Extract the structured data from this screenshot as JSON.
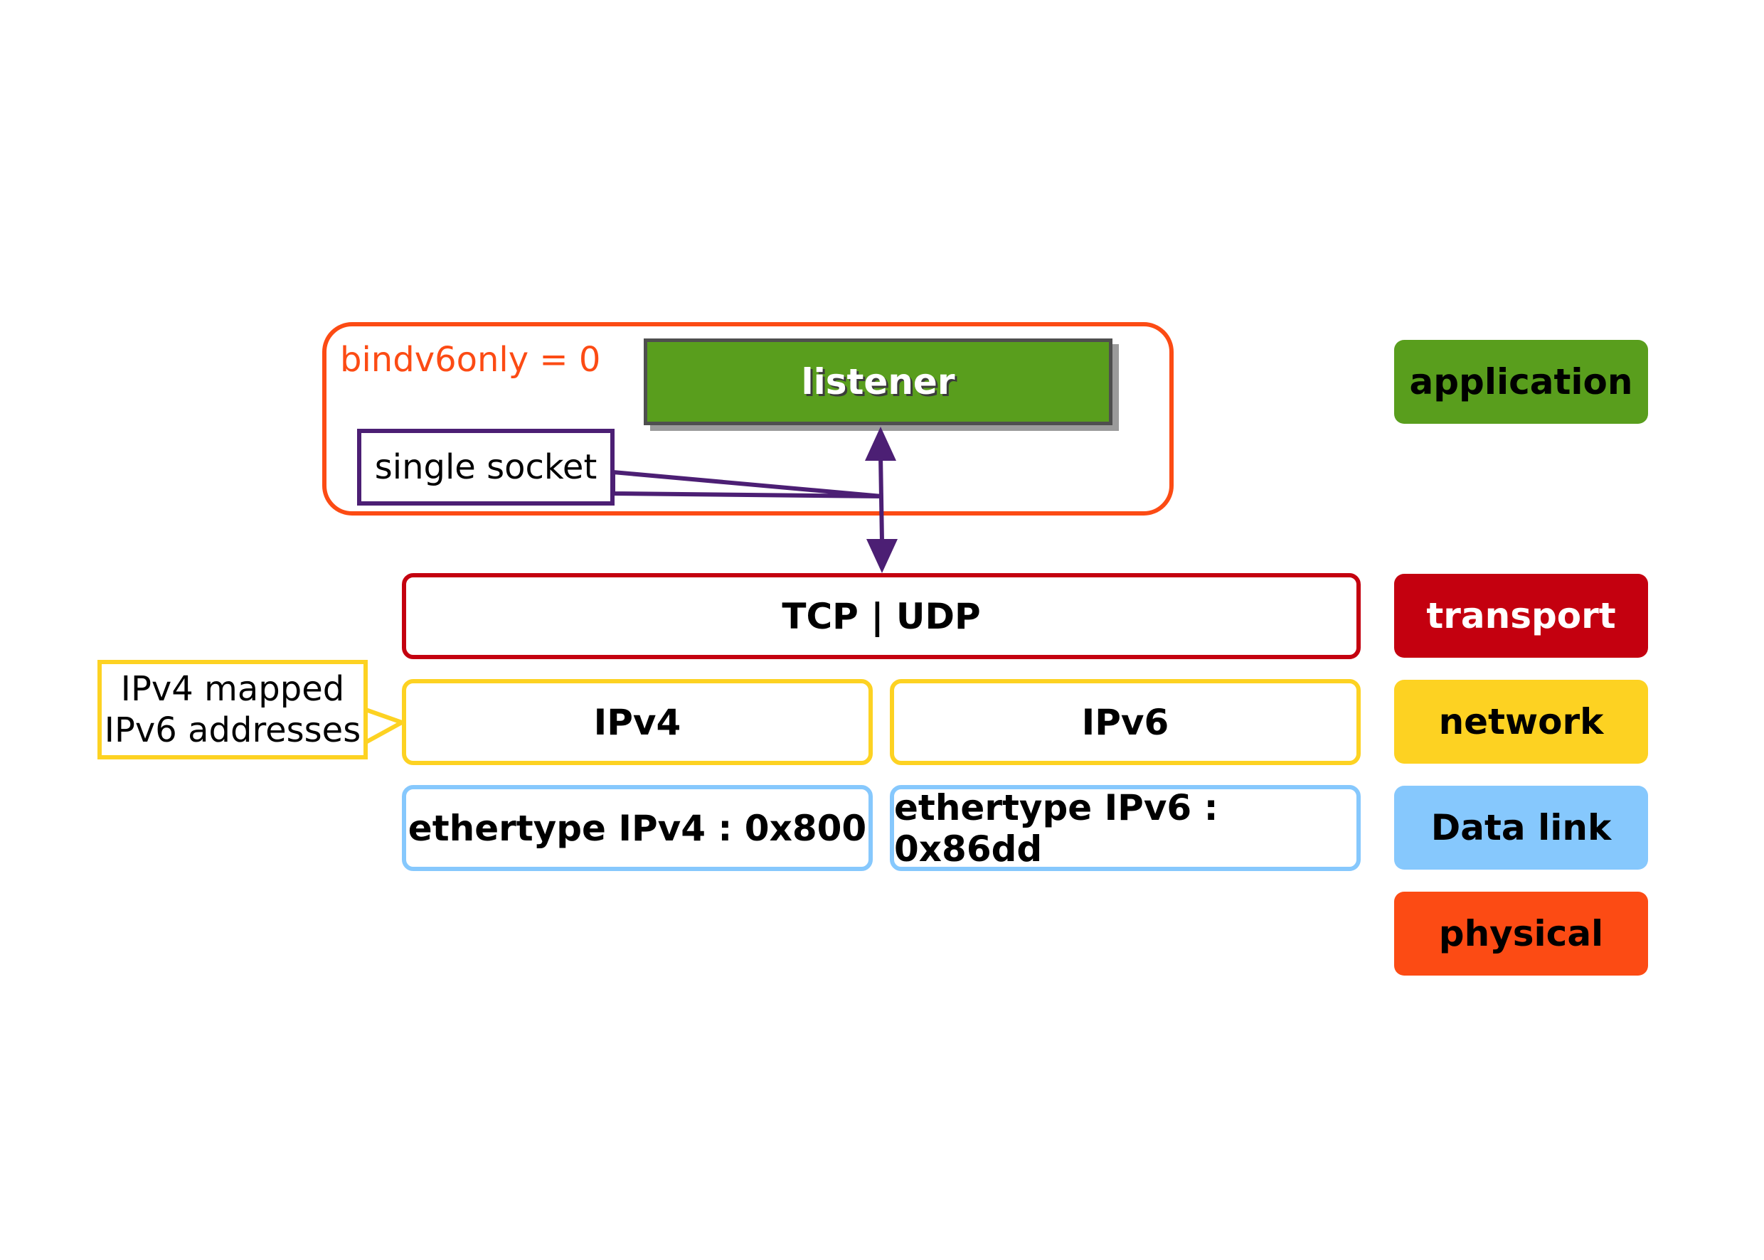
{
  "socket_group": {
    "label": "bindv6only = 0"
  },
  "listener": {
    "label": "listener"
  },
  "socket_callout": {
    "label": "single socket"
  },
  "transport_box": {
    "label": "TCP | UDP"
  },
  "network": {
    "ipv4": "IPv4",
    "ipv6": "IPv6"
  },
  "datalink": {
    "ipv4": "ethertype IPv4 : 0x800",
    "ipv6": "ethertype IPv6 : 0x86dd"
  },
  "mapped_callout": {
    "line1": "IPv4 mapped",
    "line2": "IPv6 addresses"
  },
  "legend": {
    "application": "application",
    "transport": "transport",
    "network": "network",
    "datalink": "Data link",
    "physical": "physical"
  },
  "colors": {
    "application": "#599e1d",
    "transport": "#c4000f",
    "network": "#fdd222",
    "datalink": "#86c8fd",
    "physical": "#fc4b14",
    "socket": "#4c1f74"
  }
}
